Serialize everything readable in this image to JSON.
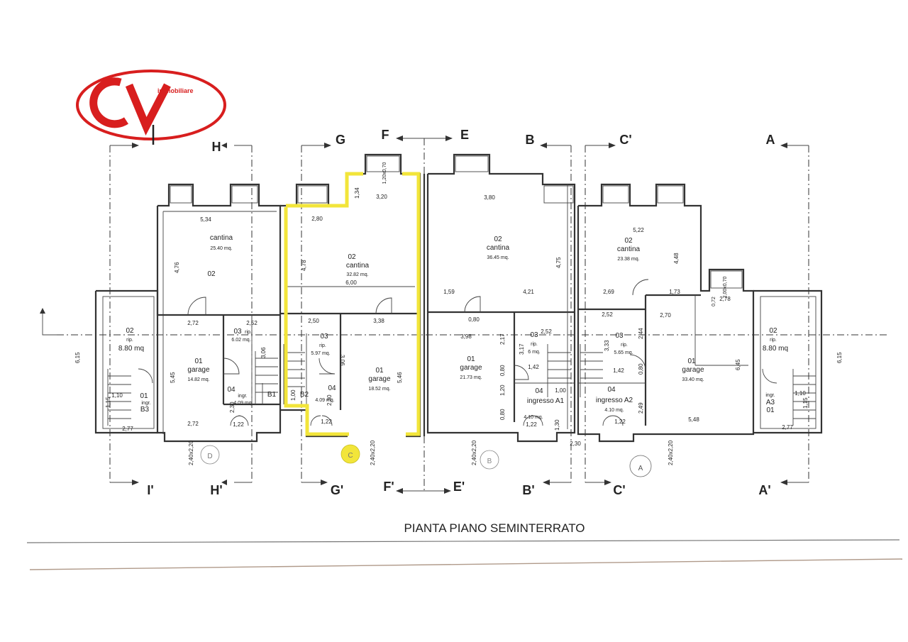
{
  "logo": {
    "letters": "CV",
    "tagline": "immobiliare",
    "ring_color": "#d81e1e"
  },
  "highlight_color": "#f2e53a",
  "title": "PIANTA PIANO SEMINTERRATO",
  "sections_top": [
    "H",
    "G",
    "F",
    "E",
    "B",
    "C'",
    "A"
  ],
  "sections_bottom": [
    "I'",
    "H'",
    "G'",
    "F'",
    "E'",
    "B'",
    "C'",
    "A'"
  ],
  "units": {
    "d": "D",
    "c": "C",
    "b": "B",
    "a": "A"
  },
  "rooms": {
    "d_cantina": {
      "code": "02",
      "name": "cantina",
      "area": "25.40 mq."
    },
    "d_garage": {
      "code": "01",
      "name": "garage",
      "area": "14.82 mq."
    },
    "d_rip": {
      "code": "03",
      "name": "rip.",
      "area": "6.02 mq."
    },
    "d_ingr": {
      "code": "04",
      "name": "ingr.",
      "area": "4.09 mq"
    },
    "b3_rip": {
      "code": "02",
      "name": "rip.",
      "area": "8.80 mq"
    },
    "b3_ingr": {
      "code": "01",
      "name": "ingr.",
      "label": "B3"
    },
    "c_cantina": {
      "code": "02",
      "name": "cantina",
      "area": "32.82 mq."
    },
    "c_rip": {
      "code": "03",
      "name": "rip.",
      "area": "5.97 mq."
    },
    "c_garage": {
      "code": "01",
      "name": "garage",
      "area": "18.52 mq."
    },
    "c_ingr": {
      "code": "04",
      "area": "4.09 mq."
    },
    "b_cantina": {
      "code": "02",
      "name": "cantina",
      "area": "36.45 mq."
    },
    "b_garage": {
      "code": "01",
      "name": "garage",
      "area": "21.73 mq."
    },
    "b_rip": {
      "code": "03",
      "name": "rip.",
      "area": "6 mq."
    },
    "b_ingr": {
      "code": "04",
      "name": "ingresso A1",
      "area": "4.10 mq."
    },
    "a_cantina": {
      "code": "02",
      "name": "cantina",
      "area": "23.38 mq."
    },
    "a_rip": {
      "code": "03",
      "name": "rip.",
      "area": "5.65 mq."
    },
    "a_garage": {
      "code": "01",
      "name": "garage",
      "area": "33.40 mq."
    },
    "a_ingr": {
      "code": "04",
      "name": "ingresso A2",
      "area": "4.10 mq."
    },
    "a3_rip": {
      "code": "02",
      "name": "rip.",
      "area": "8.80 mq"
    },
    "a3_ingr": {
      "code": "01",
      "name": "ingr.",
      "label": "A3"
    }
  },
  "tags": {
    "b1": "B1",
    "b2": "B2"
  },
  "dims": {
    "d1": "5,34",
    "d2": "4,76",
    "d3": "2,72",
    "d4": "2,52",
    "d5": "5,45",
    "d6": "2,72",
    "d7": "3,06",
    "d8": "2,30",
    "d9": "1,22",
    "d10": "6,15",
    "d11": "1,10",
    "d12": "1,15",
    "d13": "2,77",
    "d14": "2,40x2,20",
    "c1": "1,34",
    "c2": "3,20",
    "c3": "2,80",
    "c4": "4,78",
    "c5": "6,00",
    "c6": "2,50",
    "c7": "3,38",
    "c8": "5,46",
    "c9": "1,00",
    "c10": "1,22",
    "c11": "2,30",
    "c12": "3,06",
    "c13": "2,40x2,20",
    "c14": "1,20x0,70",
    "b1": "3,80",
    "b2": "4,75",
    "b3": "1,59",
    "b4": "4,21",
    "b5": "0,80",
    "b6": "3,98",
    "b7": "2,17",
    "b8": "2,52",
    "b9": "3,17",
    "b10": "1,42",
    "b11": "0,80",
    "b12": "1,20",
    "b13": "1,00",
    "b14": "0,80",
    "b15": "1,22",
    "b16": "1,30",
    "b17": "2,30",
    "b18": "2,40x2,20",
    "a1": "5,22",
    "a2": "4,48",
    "a3": "2,69",
    "a4": "1,73",
    "a5": "2,52",
    "a6": "2,70",
    "a7": "2,44",
    "a8": "3,33",
    "a9": "1,42",
    "a10": "0,80",
    "a11": "2,49",
    "a12": "6,45",
    "a13": "1,22",
    "a14": "5,48",
    "a15": "2,40x2,20",
    "a16": "0,72",
    "a17": "2,78",
    "a18": "6,15",
    "a19": "1,10",
    "a20": "1,15",
    "a21": "2,77",
    "a22": "2,00x0,70"
  }
}
